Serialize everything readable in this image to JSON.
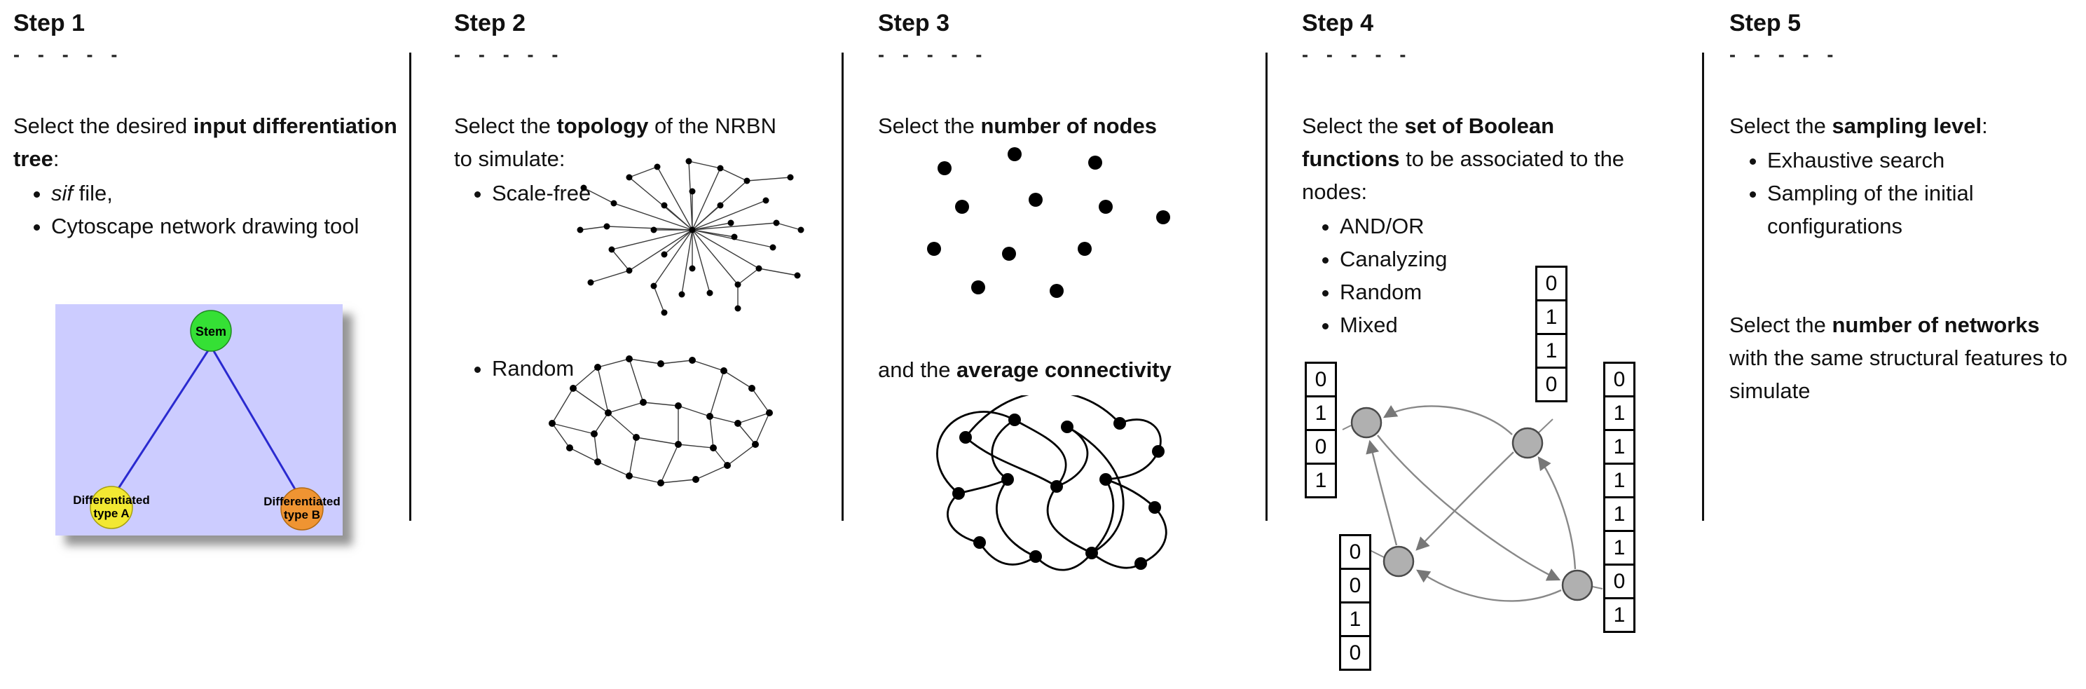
{
  "colors": {
    "tree_bg": "#ccccff",
    "stem": "#35e035",
    "type_a": "#f2e832",
    "type_b": "#ef9432",
    "edge_blue": "#2a2ad0",
    "node_gray": "#b0b0b0"
  },
  "steps": [
    {
      "title": "Step 1",
      "dashes": "- - - - -",
      "intro": {
        "pre": "Select the desired ",
        "bold": "input differentiation tree",
        "post": ":"
      },
      "bullets": [
        {
          "italic": "sif",
          "rest": " file,"
        },
        {
          "text": "Cytoscape network drawing tool"
        }
      ],
      "tree": {
        "root": "Stem",
        "left1": "Differentiated",
        "left2": "type A",
        "right1": "Differentiated",
        "right2": "type B"
      }
    },
    {
      "title": "Step 2",
      "dashes": "- - - - -",
      "intro": {
        "pre": "Select the ",
        "bold": "topology",
        "post": " of the NRBN to simulate:"
      },
      "bullets": [
        {
          "text": "Scale-free"
        },
        {
          "text": "Random"
        }
      ]
    },
    {
      "title": "Step 3",
      "dashes": "- - - - -",
      "intro": {
        "pre": "Select the ",
        "bold": "number of nodes",
        "post": ""
      },
      "second": {
        "pre": "and the ",
        "bold": "average connectivity",
        "post": ""
      }
    },
    {
      "title": "Step 4",
      "dashes": "- - - - -",
      "intro": {
        "pre": "Select the ",
        "bold": "set of Boolean functions",
        "post": " to be associated to the nodes:"
      },
      "bullets": [
        {
          "text": "AND/OR"
        },
        {
          "text": "Canalyzing"
        },
        {
          "text": "Random"
        },
        {
          "text": "Mixed"
        }
      ],
      "tables": {
        "left": [
          "0",
          "1",
          "0",
          "1"
        ],
        "bottom_left": [
          "0",
          "0",
          "1",
          "0"
        ],
        "top": [
          "0",
          "1",
          "1",
          "0"
        ],
        "right": [
          "0",
          "1",
          "1",
          "1",
          "1",
          "1",
          "0",
          "1"
        ]
      }
    },
    {
      "title": "Step 5",
      "dashes": "- - - - -",
      "intro": {
        "pre": "Select the ",
        "bold": "sampling level",
        "post": ":"
      },
      "bullets": [
        {
          "text": "Exhaustive search"
        },
        {
          "text": "Sampling of the initial configurations"
        }
      ],
      "second": {
        "pre": "Select the ",
        "bold": "number of networks",
        "post": " with the same structural features to simulate"
      }
    }
  ]
}
